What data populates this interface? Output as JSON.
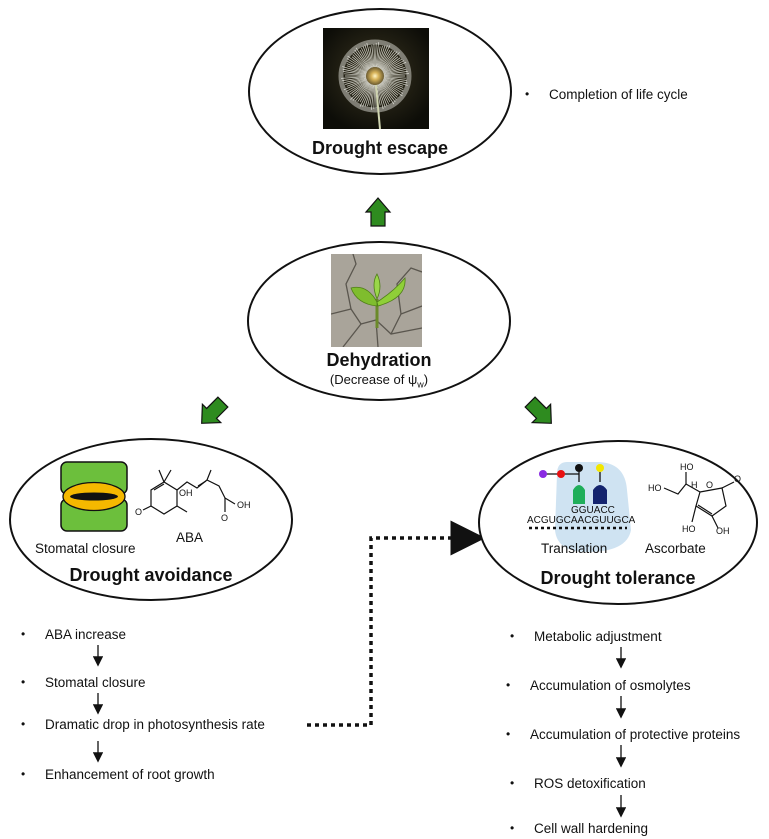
{
  "escape": {
    "title": "Drought escape",
    "note": "Completion of life cycle"
  },
  "center": {
    "title": "Dehydration",
    "subtitle_prefix": "(Decrease of ",
    "subtitle_symbol": "ψ",
    "subtitle_sub": "w",
    "subtitle_suffix": ")"
  },
  "avoidance": {
    "title": "Drought avoidance",
    "stomata_label": "Stomatal closure",
    "aba_label": "ABA",
    "aba_atoms": [
      "OH",
      "O",
      "OH",
      "O"
    ],
    "steps": [
      "ABA increase",
      "Stomatal closure",
      "Dramatic drop in photosynthesis rate",
      "Enhancement of root growth"
    ]
  },
  "tolerance": {
    "title": "Drought tolerance",
    "translation_label": "Translation",
    "ascorbate_label": "Ascorbate",
    "anticodon": "GGUACC",
    "mrna": "ACGUGCAACGUUGCA",
    "ascorbate_atoms": [
      "HO",
      "HO",
      "H",
      "O",
      "O",
      "HO",
      "OH"
    ],
    "steps": [
      "Metabolic adjustment",
      "Accumulation of osmolytes",
      "Accumulation of protective proteins",
      "ROS detoxification",
      "Cell wall hardening"
    ]
  },
  "colors": {
    "arrow_green": "#2e8b1f",
    "stomata_green": "#6cbf3c",
    "stomata_yellow": "#f5b800",
    "trna_green": "#1fae5a",
    "trna_navy": "#14246e",
    "translation_bg": "#cfe3f2"
  },
  "icons": [
    "dandelion-photo",
    "seedling-photo",
    "stomata-icon",
    "aba-molecule-icon",
    "trna-icon",
    "ascorbate-molecule-icon"
  ]
}
